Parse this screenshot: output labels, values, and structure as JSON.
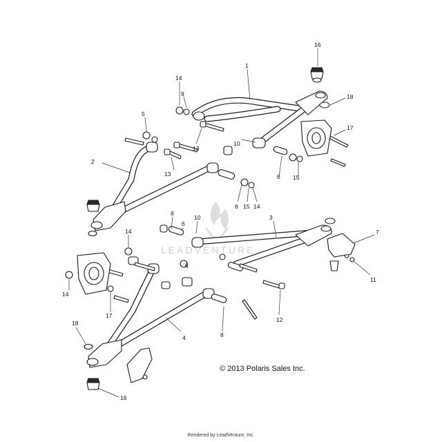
{
  "diagram": {
    "watermark": "LEADVENTURE",
    "copyright": "© 2013 Polaris Sales Inc.",
    "rendered_by": "Rendered by LeadVenture, Inc.",
    "callouts": {
      "c1": "1",
      "c2": "2",
      "c3": "3",
      "c4": "4",
      "c5": "5",
      "c6a": "6",
      "c6b": "6",
      "c7": "7",
      "c8a": "8",
      "c8b": "8",
      "c8c": "8",
      "c8d": "8",
      "c9": "9",
      "c10a": "10",
      "c10b": "10",
      "c11": "11",
      "c12": "12",
      "c13a": "13",
      "c13b": "13",
      "c14a": "14",
      "c14b": "14",
      "c14c": "14",
      "c14d": "14",
      "c15a": "15",
      "c15b": "15",
      "c16a": "16",
      "c16b": "16",
      "c17a": "17",
      "c17b": "17",
      "c18a": "18",
      "c18b": "18"
    }
  }
}
